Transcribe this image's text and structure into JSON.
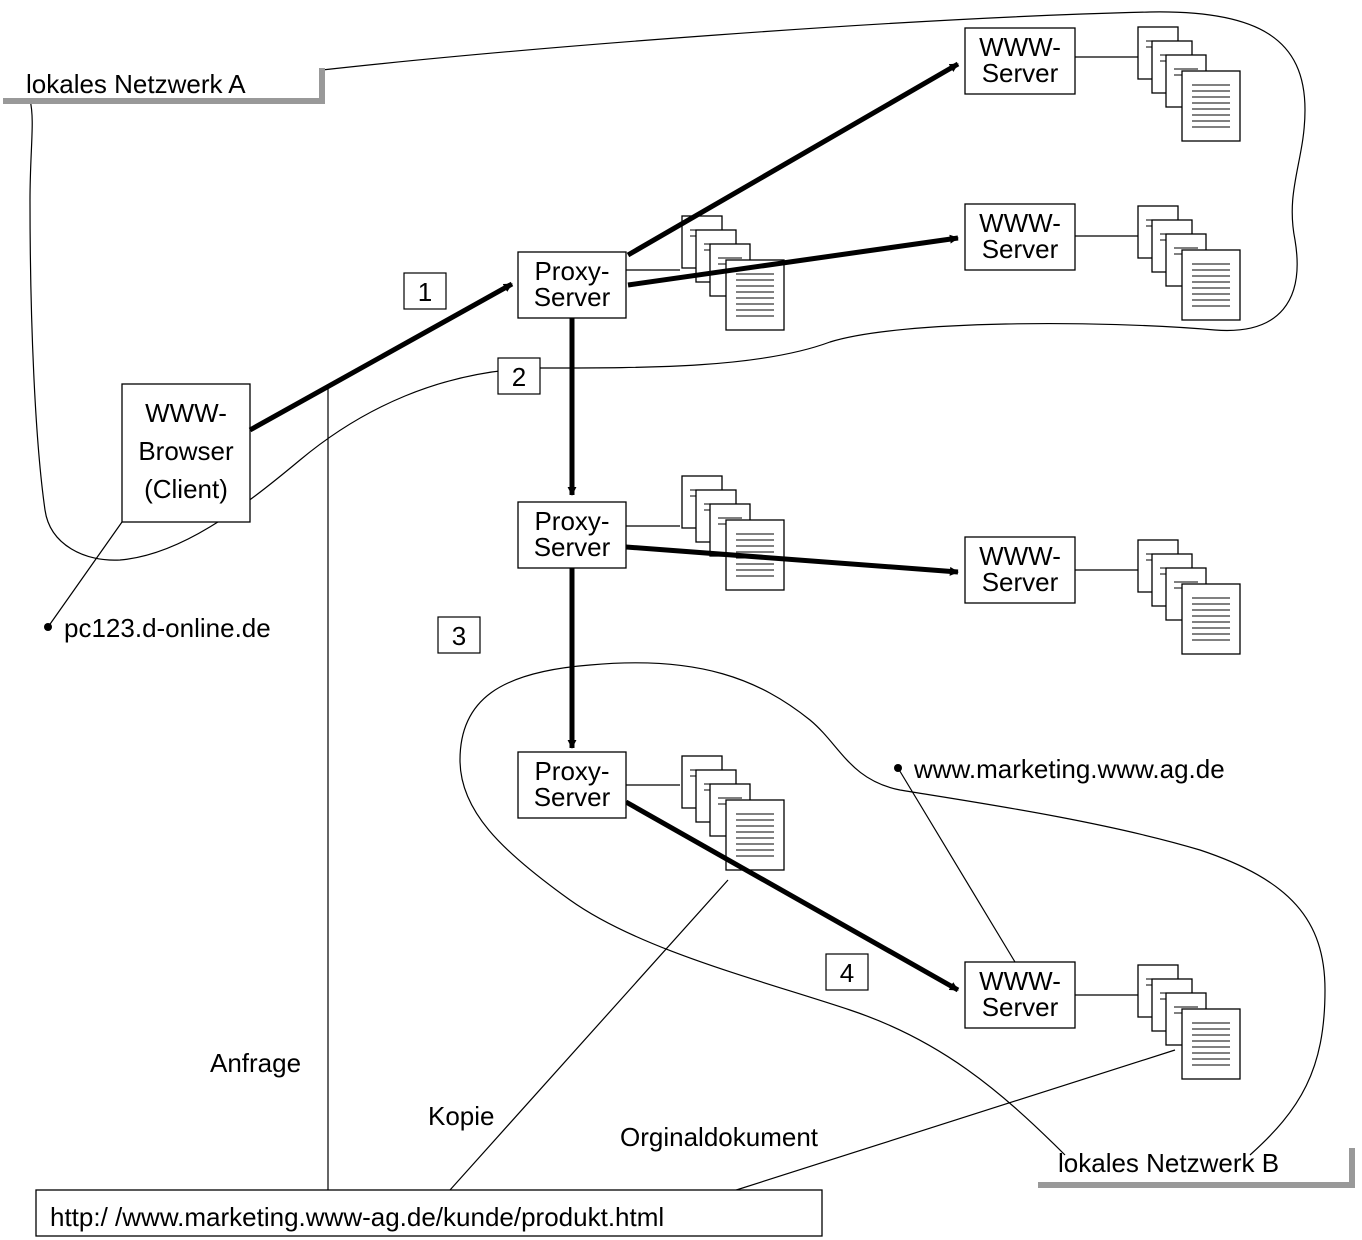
{
  "network_a_label": "lokales Netzwerk A",
  "network_b_label": "lokales Netzwerk B",
  "browser": {
    "line1": "WWW-",
    "line2": "Browser",
    "line3": "(Client)"
  },
  "proxy": {
    "line1": "Proxy-",
    "line2": "Server"
  },
  "www_server": {
    "line1": "WWW-",
    "line2": "Server"
  },
  "steps": [
    "1",
    "2",
    "3",
    "4"
  ],
  "client_host": "pc123.d-online.de",
  "server_host": "www.marketing.www.ag.de",
  "annotations": {
    "request": "Anfrage",
    "copy": "Kopie",
    "original": "Orginaldokument"
  },
  "url": "http:/ /www.marketing.www-ag.de/kunde/produkt.html"
}
